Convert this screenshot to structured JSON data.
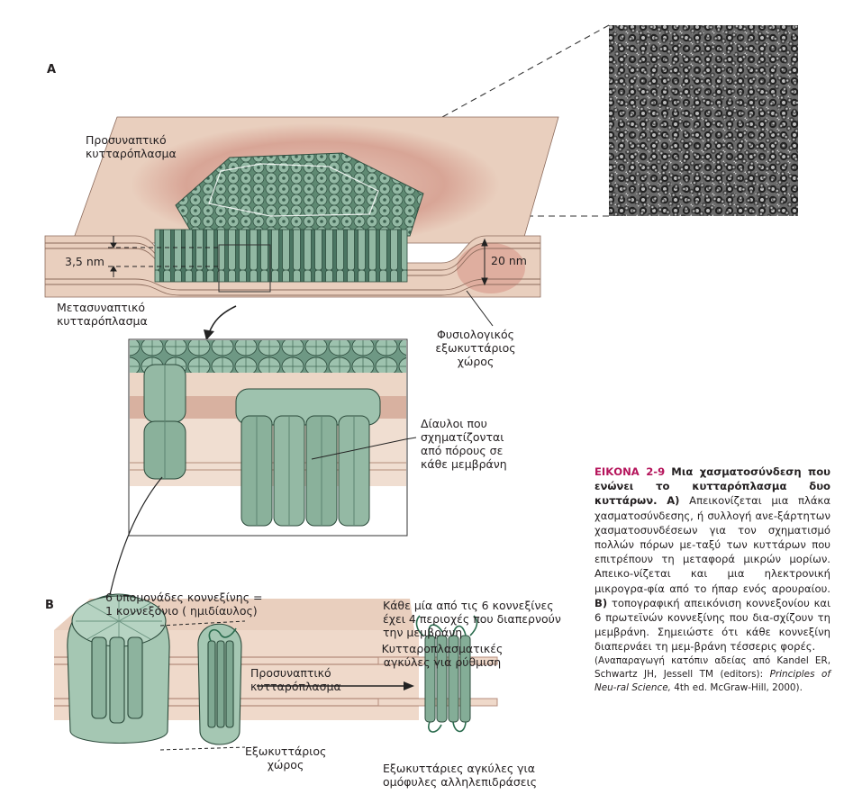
{
  "panels": {
    "a": "A",
    "b": "B"
  },
  "labels": {
    "presynaptic_top": [
      "Προσυναπτικό",
      "κυτταρόπλασμα"
    ],
    "postsynaptic": [
      "Μετασυναπτικό",
      "κυτταρόπλασμα"
    ],
    "gap_width": "3,5 nm",
    "membrane_distance": "20 nm",
    "extracellular_space": [
      "Φυσιολογικός",
      "εξωκυττάριος",
      "χώρος"
    ],
    "channels": [
      "Δίαυλοι που",
      "σχηματίζονται",
      "από πόρους σε",
      "κάθε μεμβράνη"
    ],
    "subunits": [
      "6 υπομονάδες κοννεξίνης  =",
      "1 κοννεξόνιο ( ημιδίαυλος)"
    ],
    "each_connexin": [
      "Κάθε μία από τις 6 κοννεξίνες",
      "έχει 4 περιοχές που διαπερνούν",
      "την μεμβράνη"
    ],
    "cytoplasmic_loops": [
      "Κυτταροπλασματικές",
      "αγκύλες για ρύθμιση"
    ],
    "presynaptic_b": [
      "Προσυναπτικό",
      "κυτταρόπλασμα"
    ],
    "extracellular_b": [
      "Εξωκυττάριος",
      "χώρος"
    ],
    "extracellular_loops": [
      "Εξωκυττάριες αγκύλες για",
      "ομόφυλες αλληλεπιδράσεις"
    ]
  },
  "caption": {
    "fig_no": "ΕΙΚΟΝΑ 2-9",
    "title": "Μια χασματοσύνδεση που ενώνει το κυτταρόπλασμα δυο κυττάρων.",
    "a_mark": "Α)",
    "a_text": "Απεικονίζεται μια πλάκα χασματοσύνδεσης, ή συλλογή ανε-ξάρτητων χασματοσυνδέσεων για τον σχηματισμό πολλών πόρων με-ταξύ των κυττάρων που επιτρέπουν τη μεταφορά μικρών μορίων. Απεικο-νίζεται και μια ηλεκτρονική μικρογρα-φία από το ήπαρ ενός αρουραίου.",
    "b_mark": "Β)",
    "b_text": "τοπογραφική απεικόνιση κοννεξονίου και 6 πρωτεϊνών κοννεξίνης που δια-σχίζουν τη μεμβράνη. Σημειώστε ότι κάθε κοννεξίνη διαπερνάει τη μεμ-βράνη τέσσερις φορές.",
    "cite_pre": "(Αναπαραγωγή κατόπιν αδείας από Kandel ER, Schwartz JH, Jessell TM (editors):",
    "cite_book": "Principles of Neu-ral Science,",
    "cite_post": "4th ed. McGraw-Hill, 2000)."
  },
  "colors": {
    "membrane": "#e9cfbe",
    "membrane_dark": "#d9b4a0",
    "halo": "#d49a8c",
    "protein": "#8fb5a0",
    "protein_dark": "#4f7f68",
    "outline": "#2b2b2b"
  }
}
